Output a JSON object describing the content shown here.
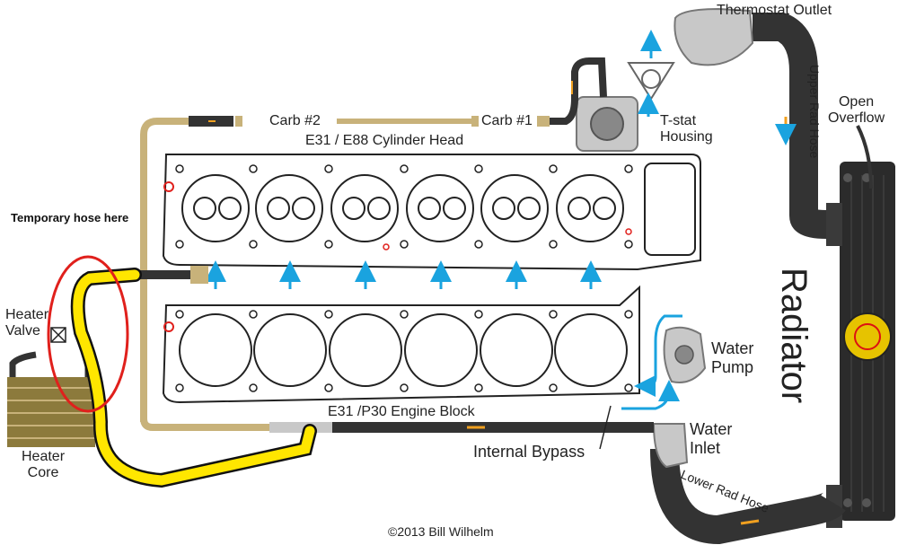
{
  "labels": {
    "thermostat_outlet": "Thermostat Outlet",
    "upper_rad_hose": "Upper Rad Hose",
    "open_overflow_line1": "Open",
    "open_overflow_line2": "Overflow",
    "carb2": "Carb #2",
    "carb1": "Carb #1",
    "tstat_line1": "T-stat",
    "tstat_line2": "Housing",
    "cylinder_head": "E31 / E88 Cylinder Head",
    "temporary_hose": "Temporary hose here",
    "heater_valve_line1": "Heater",
    "heater_valve_line2": "Valve",
    "radiator": "Radiator",
    "water_pump_line1": "Water",
    "water_pump_line2": "Pump",
    "engine_block": "E31 /P30 Engine Block",
    "water_inlet_line1": "Water",
    "water_inlet_line2": "Inlet",
    "internal_bypass": "Internal Bypass",
    "heater_core_line1": "Heater",
    "heater_core_line2": "Core",
    "lower_rad_hose": "Lower Rad Hose",
    "copyright": "©2013 Bill Wilhelm"
  },
  "colors": {
    "coolant_pipe": "#c8b27a",
    "hose_black": "#333333",
    "flow_arrow_blue": "#1aa3df",
    "flow_arrow_orange": "#f0a020",
    "temp_hose_yellow": "#ffe600",
    "highlight_circle": "#e0201c",
    "radiator_body": "#2b2b2b",
    "heater_core": "#8c7a3c",
    "gasket_outline": "#222222",
    "gasket_red_port": "#e0201c"
  }
}
